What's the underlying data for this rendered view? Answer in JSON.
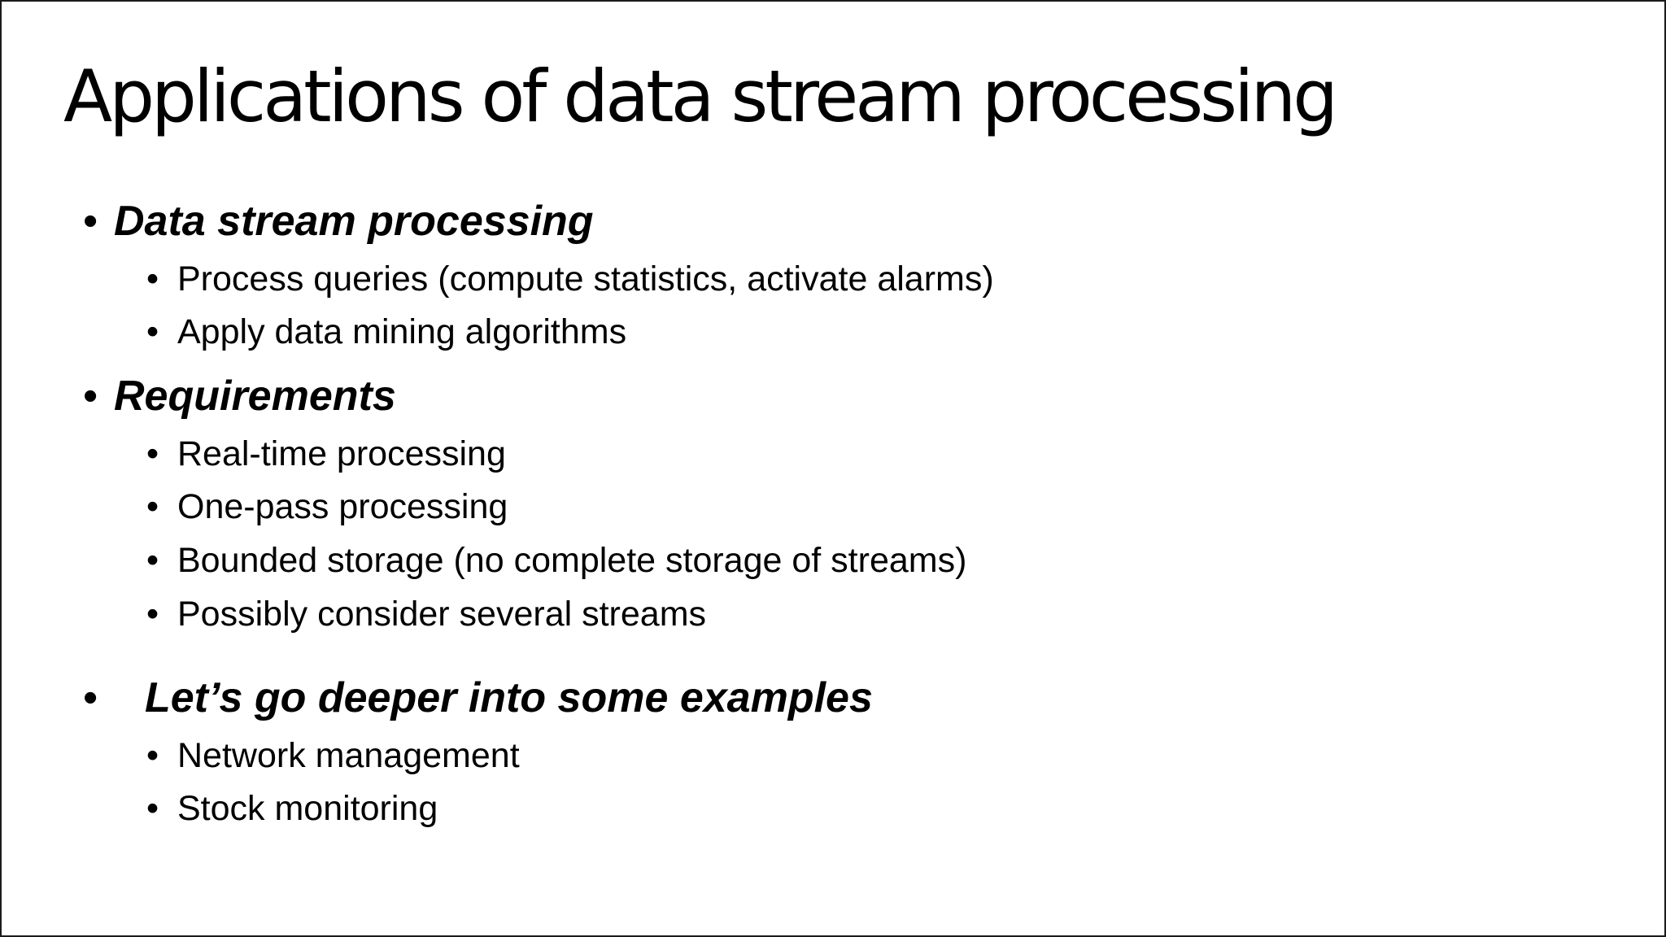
{
  "slide": {
    "title": "Applications of data stream processing",
    "bullet_glyph": "•",
    "sections": [
      {
        "heading": "Data stream processing",
        "items": [
          "Process queries (compute statistics, activate alarms)",
          "Apply data mining algorithms"
        ]
      },
      {
        "heading": "Requirements",
        "items": [
          "Real-time processing",
          "One-pass processing",
          "Bounded storage (no complete storage of streams)",
          "Possibly consider several streams"
        ]
      },
      {
        "heading": "Let’s go deeper into some examples",
        "items": [
          "Network management",
          "Stock monitoring"
        ]
      }
    ]
  }
}
